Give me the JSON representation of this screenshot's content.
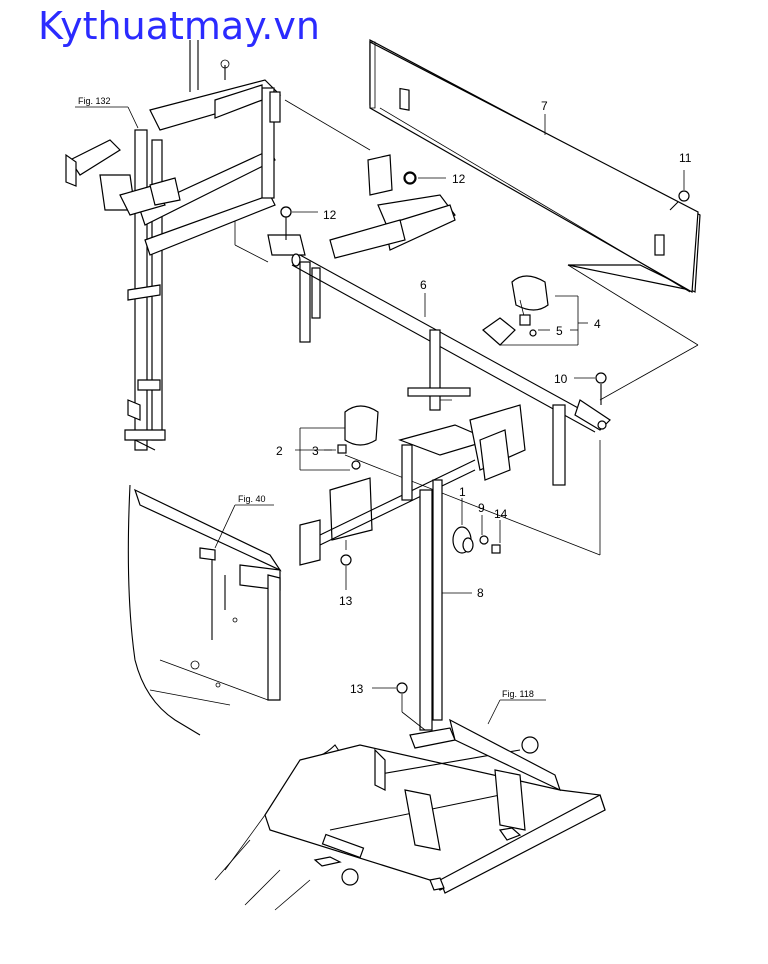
{
  "watermark": "Kythuatmay.vn",
  "figure_refs": {
    "fig132": "Fig. 132",
    "fig40": "Fig. 40",
    "fig118": "Fig. 118"
  },
  "callouts": {
    "c1": "1",
    "c2": "2",
    "c3": "3",
    "c4": "4",
    "c5": "5",
    "c6": "6",
    "c7": "7",
    "c8": "8",
    "c9": "9",
    "c10": "10",
    "c11": "11",
    "c12a": "12",
    "c12b": "12",
    "c13a": "13",
    "c13b": "13",
    "c14": "14"
  }
}
